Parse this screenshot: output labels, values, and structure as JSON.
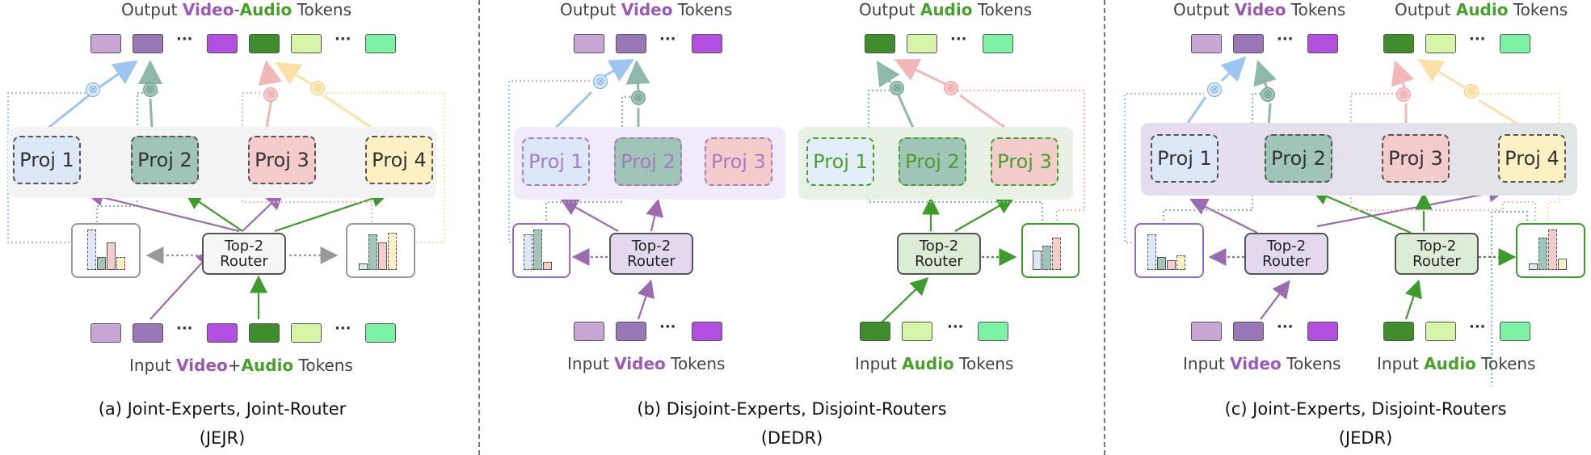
{
  "colors": {
    "video_dark": "#9b6ab0",
    "video_light": "#c7a6d6",
    "video_mid": "#9a77b6",
    "video_bright": "#b24ee0",
    "audio_dark": "#3e8e2e",
    "audio_light": "#d7f5a8",
    "audio_mint": "#7cf2a4",
    "proj1": "#dce8f8",
    "proj2": "#a0c4b7",
    "proj3": "#f4cccc",
    "proj4": "#fdf0c4",
    "router_joint": "#f6f6f6",
    "router_video": "#e4d8ec",
    "router_audio": "#dcecd6"
  },
  "panel_a": {
    "output_label": {
      "pre": "Output ",
      "video": "Video",
      "dash": "-",
      "audio": "Audio",
      "post": " Tokens"
    },
    "input_label": {
      "pre": "Input ",
      "video": "Video",
      "plus": "+",
      "audio": "Audio",
      "post": " Tokens"
    },
    "experts": [
      "Proj 1",
      "Proj 2",
      "Proj 3",
      "Proj 4"
    ],
    "router": "Top-2\nRouter",
    "caption": "(a) Joint-Experts, Joint-Router",
    "abbrev": "(JEJR)"
  },
  "panel_b": {
    "video_output_label": {
      "pre": "Output ",
      "video": "Video",
      "post": " Tokens"
    },
    "audio_output_label": {
      "pre": "Output ",
      "audio": "Audio",
      "post": " Tokens"
    },
    "video_input_label": {
      "pre": "Input ",
      "video": "Video",
      "post": " Tokens"
    },
    "audio_input_label": {
      "pre": "Input ",
      "audio": "Audio",
      "post": " Tokens"
    },
    "video_experts": [
      "Proj 1",
      "Proj 2",
      "Proj 3"
    ],
    "audio_experts": [
      "Proj 1",
      "Proj 2",
      "Proj 3"
    ],
    "router_video": "Top-2\nRouter",
    "router_audio": "Top-2\nRouter",
    "caption": "(b) Disjoint-Experts, Disjoint-Routers",
    "abbrev": "(DEDR)"
  },
  "panel_c": {
    "video_output_label": {
      "pre": "Output ",
      "video": "Video",
      "post": " Tokens"
    },
    "audio_output_label": {
      "pre": "Output ",
      "audio": "Audio",
      "post": " Tokens"
    },
    "video_input_label": {
      "pre": "Input ",
      "video": "Video",
      "post": " Tokens"
    },
    "audio_input_label": {
      "pre": "Input ",
      "audio": "Audio",
      "post": " Tokens"
    },
    "experts": [
      "Proj 1",
      "Proj 2",
      "Proj 3",
      "Proj 4"
    ],
    "router_video": "Top-2\nRouter",
    "router_audio": "Top-2\nRouter",
    "caption": "(c) Joint-Experts, Disjoint-Routers",
    "abbrev": "(JEDR)"
  },
  "ellipsis": "···",
  "multiply_symbol": "⊗"
}
